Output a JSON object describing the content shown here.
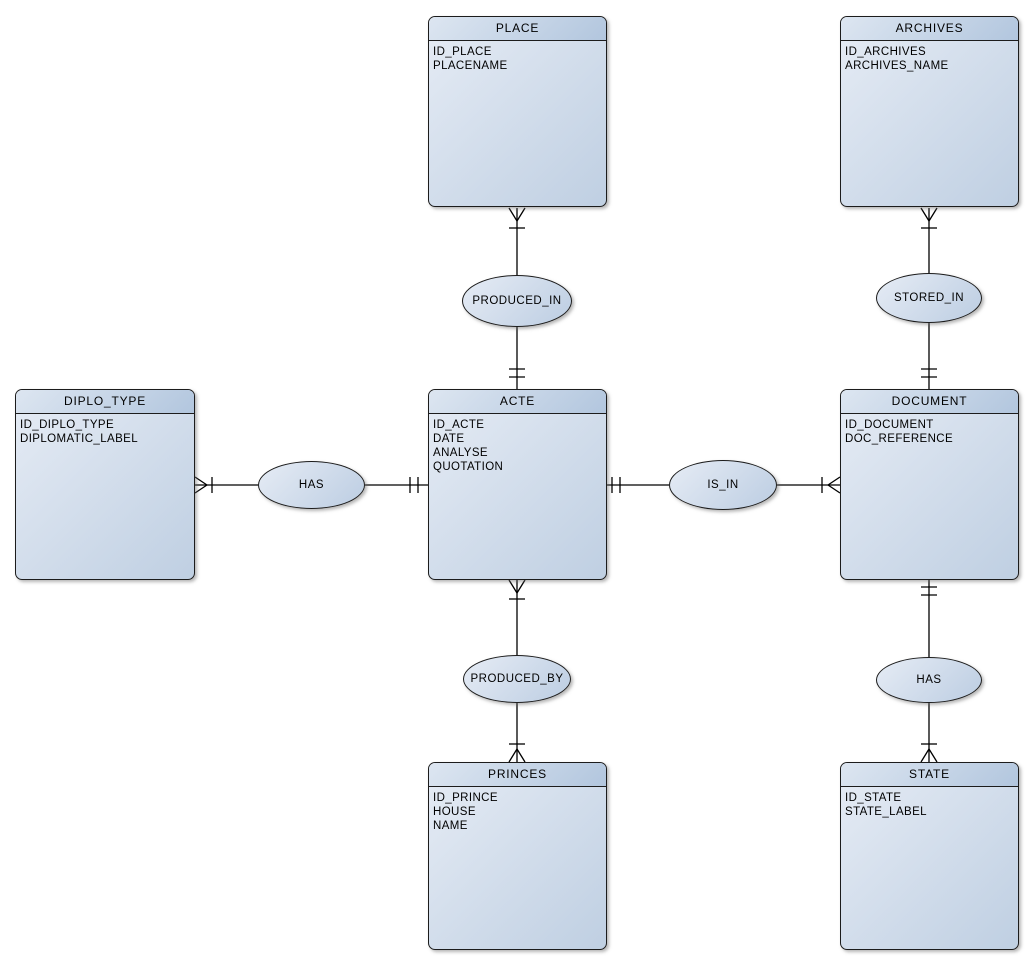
{
  "diagram": {
    "kind": "entity-relationship-diagram",
    "notation": "crow's foot cardinality marks on connectors",
    "background_color": "#ffffff",
    "colors": {
      "entity_header_gradient_start": "#dde6f1",
      "entity_header_gradient_end": "#b2c6de",
      "entity_body_gradient_start": "#e6ecf5",
      "entity_body_gradient_end": "#bfcfe2",
      "relationship_gradient_start": "#e6ecf5",
      "relationship_gradient_end": "#bccde2",
      "border": "#1c1c1c",
      "line": "#000000",
      "text": "#000000"
    }
  },
  "entities": {
    "place": {
      "title": "PLACE",
      "attributes": [
        "ID_PLACE",
        "PLACENAME"
      ]
    },
    "archives": {
      "title": "ARCHIVES",
      "attributes": [
        "ID_ARCHIVES",
        "ARCHIVES_NAME"
      ]
    },
    "diplo_type": {
      "title": "DIPLO_TYPE",
      "attributes": [
        "ID_DIPLO_TYPE",
        "DIPLOMATIC_LABEL"
      ]
    },
    "acte": {
      "title": "ACTE",
      "attributes": [
        "ID_ACTE",
        "DATE",
        "ANALYSE",
        "QUOTATION"
      ]
    },
    "document": {
      "title": "DOCUMENT",
      "attributes": [
        "ID_DOCUMENT",
        "DOC_REFERENCE"
      ]
    },
    "princes": {
      "title": "PRINCES",
      "attributes": [
        "ID_PRINCE",
        "HOUSE",
        "NAME"
      ]
    },
    "state": {
      "title": "STATE",
      "attributes": [
        "ID_STATE",
        "STATE_LABEL"
      ]
    }
  },
  "relationships": {
    "produced_in": {
      "label": "PRODUCED_IN",
      "between": [
        "PLACE",
        "ACTE"
      ],
      "cardinality_place_side": "one-or-many (crow's foot + tick)",
      "cardinality_acte_side": "exactly-one (double tick)"
    },
    "stored_in": {
      "label": "STORED_IN",
      "between": [
        "ARCHIVES",
        "DOCUMENT"
      ],
      "cardinality_archives_side": "one-or-many (crow's foot + tick)",
      "cardinality_document_side": "exactly-one (double tick)"
    },
    "has_diplo": {
      "label": "HAS",
      "between": [
        "DIPLO_TYPE",
        "ACTE"
      ],
      "cardinality_diplo_type_side": "one-or-many (crow's foot + tick)",
      "cardinality_acte_side": "exactly-one (double tick)"
    },
    "is_in": {
      "label": "IS_IN",
      "between": [
        "ACTE",
        "DOCUMENT"
      ],
      "cardinality_acte_side": "exactly-one (double tick)",
      "cardinality_document_side": "one-or-many (crow's foot + tick)"
    },
    "produced_by": {
      "label": "PRODUCED_BY",
      "between": [
        "ACTE",
        "PRINCES"
      ],
      "cardinality_acte_side": "one-or-many (crow's foot + tick)",
      "cardinality_princes_side": "one-or-many (crow's foot + tick)"
    },
    "has_state": {
      "label": "HAS",
      "between": [
        "DOCUMENT",
        "STATE"
      ],
      "cardinality_document_side": "exactly-one (double tick)",
      "cardinality_state_side": "one-or-many (crow's foot + tick)"
    }
  }
}
